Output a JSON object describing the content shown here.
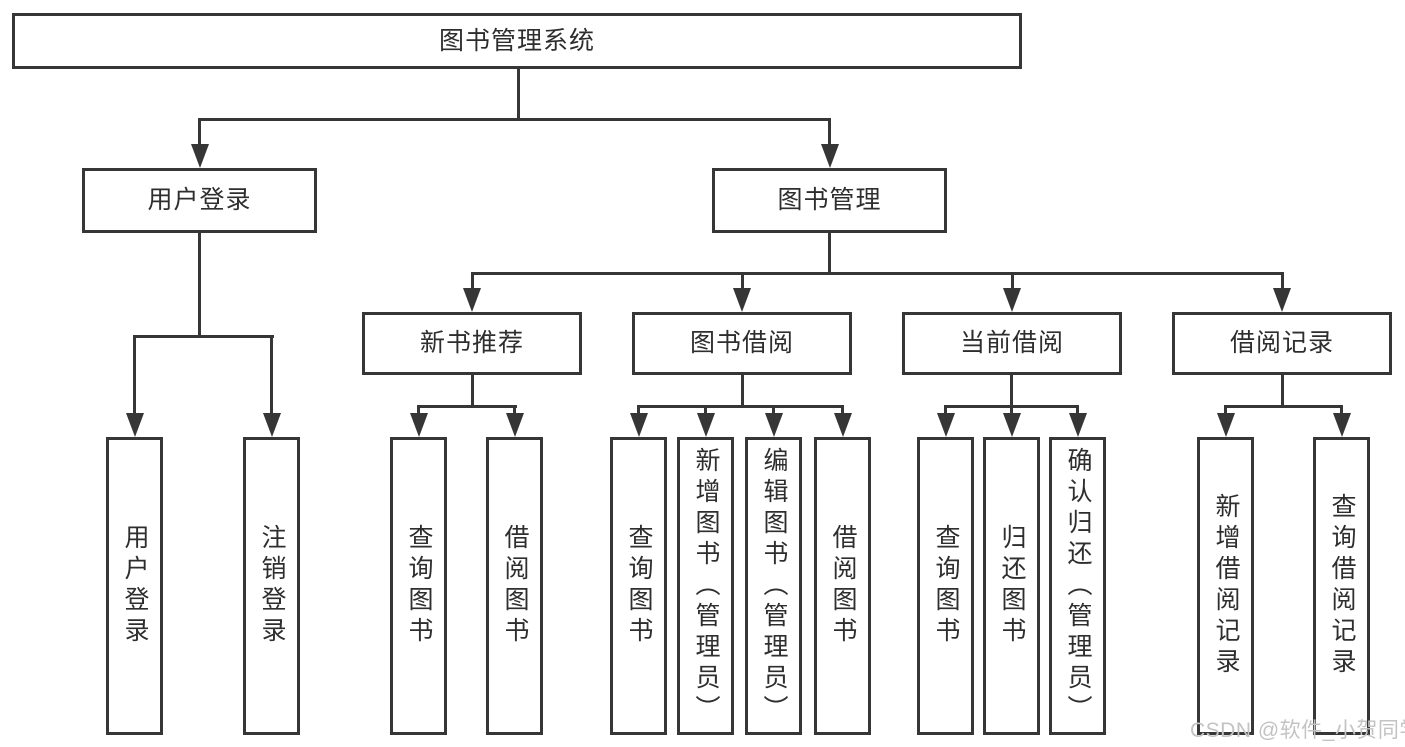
{
  "diagram": {
    "root": {
      "label": "图书管理系统"
    },
    "level2": {
      "user_login": {
        "label": "用户登录"
      },
      "book_mgmt": {
        "label": "图书管理"
      }
    },
    "level3": {
      "new_book": {
        "label": "新书推荐"
      },
      "book_borrow": {
        "label": "图书借阅"
      },
      "current_borrow": {
        "label": "当前借阅"
      },
      "borrow_record": {
        "label": "借阅记录"
      }
    },
    "leaves": {
      "user_login": {
        "label": "用户登录"
      },
      "logout": {
        "label": "注销登录"
      },
      "nb_query": {
        "label": "查询图书"
      },
      "nb_borrow": {
        "label": "借阅图书"
      },
      "bb_query": {
        "label": "查询图书"
      },
      "bb_add": {
        "label": "新增图书（管理员）"
      },
      "bb_edit": {
        "label": "编辑图书（管理员）"
      },
      "bb_borrow": {
        "label": "借阅图书"
      },
      "cb_query": {
        "label": "查询图书"
      },
      "cb_return": {
        "label": "归还图书"
      },
      "cb_confirm": {
        "label": "确认归还（管理员）"
      },
      "br_add": {
        "label": "新增借阅记录"
      },
      "br_query": {
        "label": "查询借阅记录"
      }
    },
    "watermark": "CSDN @软件_小贺同学",
    "colors": {
      "line": "#363636",
      "text": "#2e2e2e",
      "watermark": "#c3c3c3",
      "background": "#ffffff"
    }
  }
}
